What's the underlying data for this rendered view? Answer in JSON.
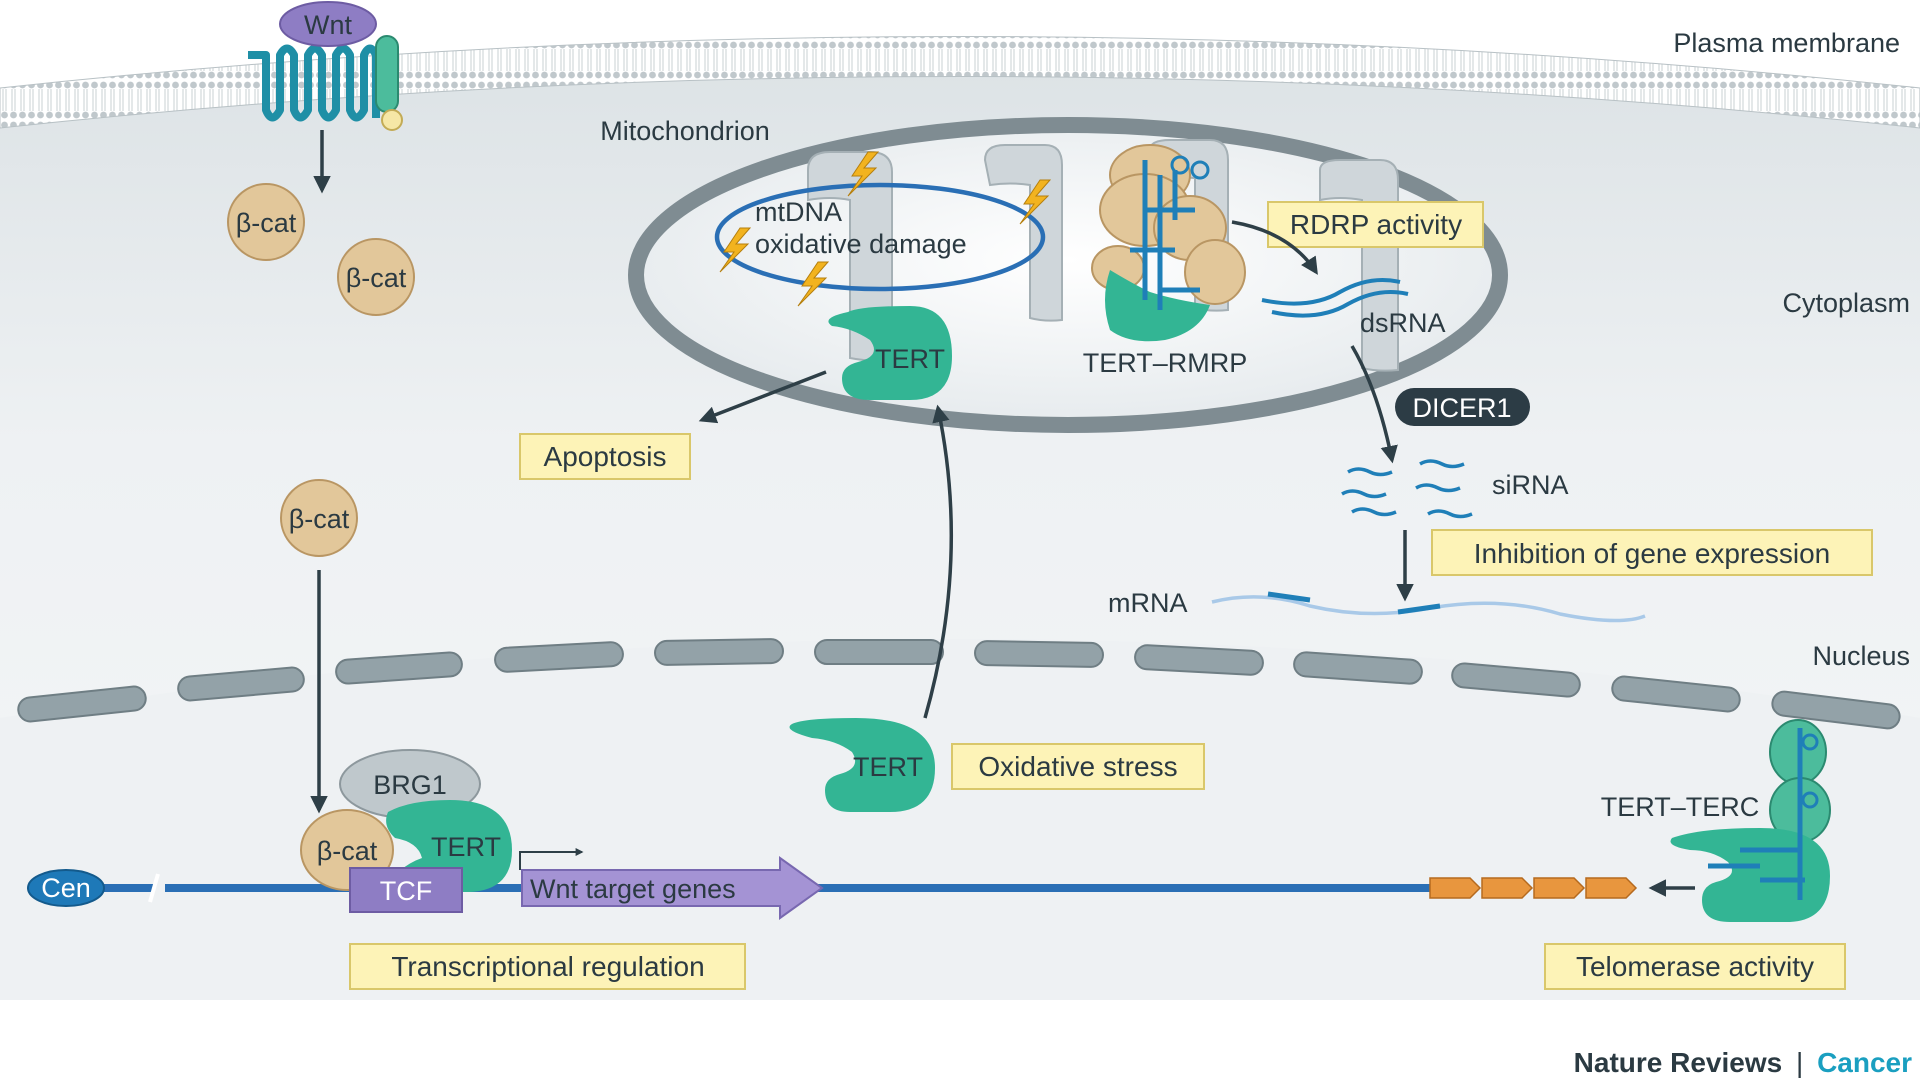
{
  "labels": {
    "plasma_membrane": "Plasma membrane",
    "cytoplasm": "Cytoplasm",
    "nucleus": "Nucleus",
    "mitochondrion": "Mitochondrion",
    "wnt": "Wnt",
    "beta_cat": "β-cat",
    "mtdna_line1": "mtDNA",
    "mtdna_line2": "oxidative damage",
    "tert": "TERT",
    "tert_rmrp": "TERT–RMRP",
    "dsrna": "dsRNA",
    "dicer1": "DICER1",
    "sirna": "siRNA",
    "mrna": "mRNA",
    "brg1": "BRG1",
    "tcf": "TCF",
    "cen": "Cen",
    "wnt_target_genes": "Wnt target genes",
    "tert_terc": "TERT–TERC"
  },
  "boxes": {
    "rdrp_activity": "RDRP activity",
    "apoptosis": "Apoptosis",
    "inhibition": "Inhibition of gene expression",
    "oxidative_stress": "Oxidative stress",
    "transcriptional_regulation": "Transcriptional regulation",
    "telomerase_activity": "Telomerase activity"
  },
  "footer": {
    "journal": "Nature Reviews",
    "separator": "|",
    "section": "Cancer"
  },
  "colors": {
    "tert": "#33b594",
    "beta_cat": "#e2c79a",
    "highlight_box": "#fdf3b7",
    "membrane": "#1f8fa6",
    "dna": "#2a6fb5",
    "cancer_accent": "#1a9fc0"
  }
}
